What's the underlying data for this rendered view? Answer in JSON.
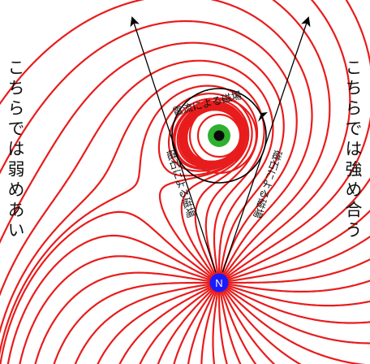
{
  "captions": {
    "left": "こちらでは弱めあい",
    "right": "こちらでは強め合う"
  },
  "labels": {
    "current_field": "電流による磁場",
    "magnet_field_left": "磁石による磁場",
    "magnet_field_right": "磁石による磁場",
    "pole": "N"
  },
  "colors": {
    "field_line": "#e81c1c",
    "pole_fill": "#1a1aff",
    "wire_outer": "#2fb02f",
    "wire_inner": "#0a0a0a",
    "arrow": "#000000"
  }
}
